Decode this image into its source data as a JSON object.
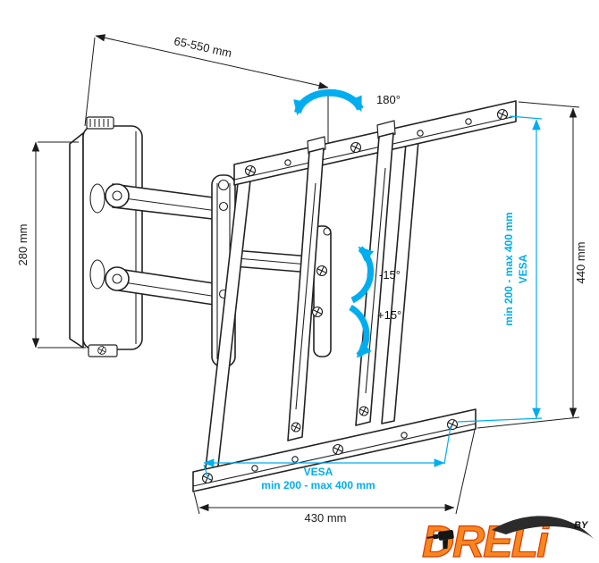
{
  "diagram": {
    "labels": {
      "arm_extension": "65-550 mm",
      "swivel_angle": "180°",
      "wall_plate_height": "280 mm",
      "tilt_up": "-15°",
      "tilt_down": "+15°",
      "bracket_height": "440 mm",
      "bracket_width": "430 mm",
      "vesa_vertical": {
        "line1": "VESA",
        "line2": "min 200 - max 400 mm"
      },
      "vesa_horizontal": {
        "line1": "VESA",
        "line2": "min 200 - max 400 mm"
      }
    },
    "colors": {
      "accent_cyan": "#00AEEF",
      "line_black": "#1c1c1c",
      "logo_orange": "#F6871F",
      "logo_outline": "#E03A00",
      "logo_black": "#2B2B2B"
    }
  },
  "logo": {
    "brand": "DRELi",
    "by": "BY"
  }
}
